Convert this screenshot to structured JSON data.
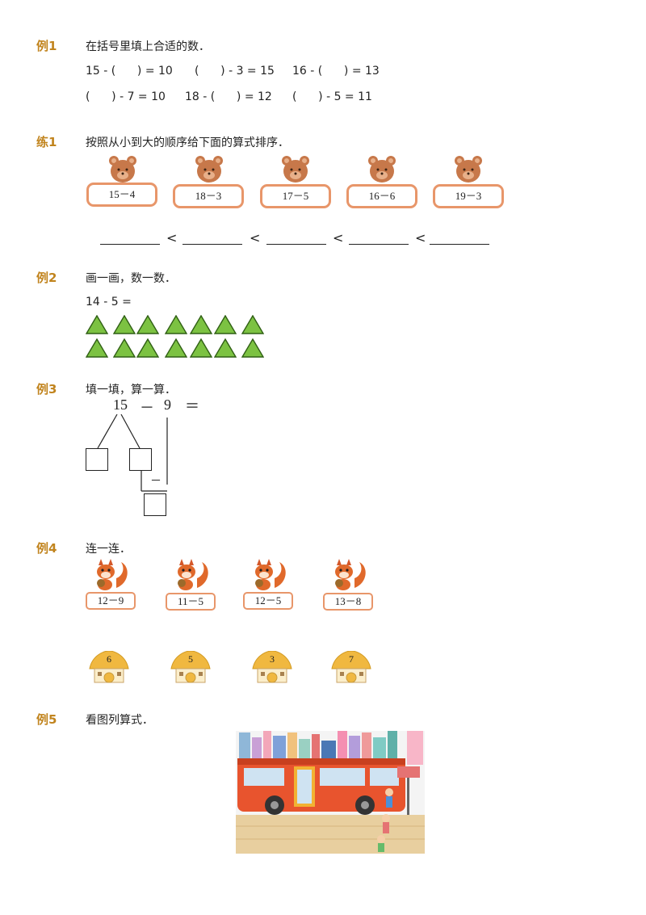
{
  "ex1": {
    "tag": "例1",
    "instruction": "在括号里填上合适的数．",
    "row1": [
      "15 - (      ) = 10",
      "(      ) - 3 = 15",
      "16 - (      ) = 13"
    ],
    "row2": [
      "(      ) - 7 = 10",
      "18 - (      ) = 12",
      "(      ) - 5 = 11"
    ]
  },
  "lian1": {
    "tag": "练1",
    "instruction": "按照从小到大的顺序给下面的算式排序．",
    "cards": [
      "15－4",
      "18－3",
      "17－5",
      "16－6",
      "19－3"
    ],
    "lt": "<"
  },
  "ex2": {
    "tag": "例2",
    "instruction": "画一画，数一数．",
    "equation": "14 - 5 ="
  },
  "ex3": {
    "tag": "例3",
    "instruction": "填一填，算一算．",
    "n1": "15",
    "minus": "－",
    "n2": "9",
    "equals": "＝",
    "minus2": "－"
  },
  "ex4": {
    "tag": "例4",
    "instruction": "连一连．",
    "cards": [
      "12－9",
      "11－5",
      "12－5",
      "13－8"
    ],
    "houses": [
      "6",
      "5",
      "3",
      "7"
    ]
  },
  "ex5": {
    "tag": "例5",
    "instruction": "看图列算式．"
  },
  "colors": {
    "accent": "#c1841e",
    "card_border": "#e8966a",
    "triangle": "#7cc242"
  },
  "icons": [
    "bear-icon",
    "squirrel-icon",
    "mushroom-house-icon",
    "triangle-shape"
  ]
}
